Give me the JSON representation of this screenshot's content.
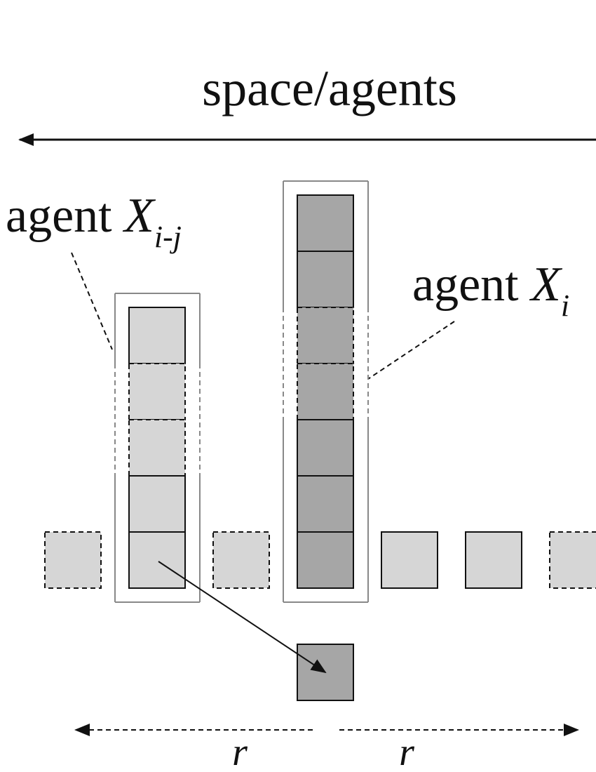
{
  "title": "space/agents",
  "labels": {
    "agent_left_text": "agent ",
    "agent_left_var": "X",
    "agent_left_sub": "i-j",
    "agent_right_text": "agent ",
    "agent_right_var": "X",
    "agent_right_sub": "i",
    "radius_left": "r",
    "radius_right": "r"
  },
  "colors": {
    "light_cell": "#d6d6d6",
    "dark_cell": "#a6a6a6",
    "outline": "#111111",
    "container_outline": "#888888"
  }
}
